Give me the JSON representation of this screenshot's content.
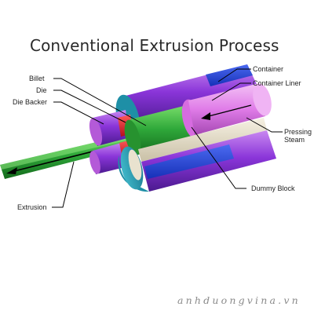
{
  "title": "Conventional Extrusion Process",
  "labels": {
    "container": "Container",
    "container_liner": "Container Liner",
    "billet": "Billet",
    "die": "Die",
    "die_backer": "Die Backer",
    "pressing_steam": "Pressing\nSteam",
    "dummy_block": "Dummy Block",
    "extrusion": "Extrusion"
  },
  "watermark": "anhduongvina.vn",
  "colors": {
    "container": "#7d2fd6",
    "container_liner": "#e9e2cf",
    "container_outer_band": "#1b3cd8",
    "billet": "#2fa83a",
    "die": "#e8202a",
    "die_backer": "#a23bd3",
    "ram": "#e07ce8",
    "extrusion": "#26a02f"
  }
}
